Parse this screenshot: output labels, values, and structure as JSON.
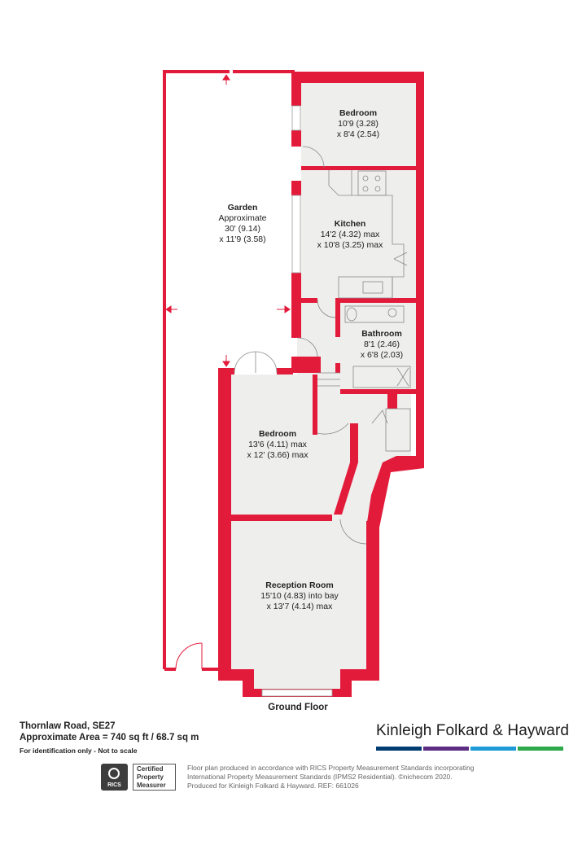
{
  "colors": {
    "wall": "#e31b3b",
    "floor": "#eeeeed",
    "brand_bars": [
      "#003c71",
      "#5c2d82",
      "#1e9bd7",
      "#2da84a"
    ]
  },
  "rooms": {
    "bedroom1": {
      "name": "Bedroom",
      "dim1": "10'9 (3.28)",
      "dim2": "x 8'4 (2.54)"
    },
    "garden": {
      "name": "Garden",
      "line2": "Approximate",
      "dim1": "30' (9.14)",
      "dim2": "x 11'9 (3.58)"
    },
    "kitchen": {
      "name": "Kitchen",
      "dim1": "14'2 (4.32) max",
      "dim2": "x 10'8 (3.25) max"
    },
    "bathroom": {
      "name": "Bathroom",
      "dim1": "8'1 (2.46)",
      "dim2": "x 6'8 (2.03)"
    },
    "bedroom2": {
      "name": "Bedroom",
      "dim1": "13'6 (4.11) max",
      "dim2": "x 12' (3.66) max"
    },
    "reception": {
      "name": "Reception Room",
      "dim1": "15'10 (4.83) into bay",
      "dim2": "x 13'7 (4.14) max"
    }
  },
  "floor_label": "Ground Floor",
  "address": "Thornlaw Road, SE27",
  "area": "Approximate Area = 740 sq ft / 68.7 sq m",
  "note": "For identification only - Not to scale",
  "brand": "Kinleigh Folkard & Hayward",
  "rics": {
    "badge": "RICS",
    "line1": "Certified",
    "line2": "Property",
    "line3": "Measurer"
  },
  "disclaimer": {
    "line1": "Floor plan produced in accordance with RICS Property Measurement Standards incorporating",
    "line2": "International Property Measurement Standards (IPMS2 Residential).  ©nichecom 2020.",
    "line3": "Produced for Kinleigh Folkard & Hayward.   REF: 661026"
  }
}
